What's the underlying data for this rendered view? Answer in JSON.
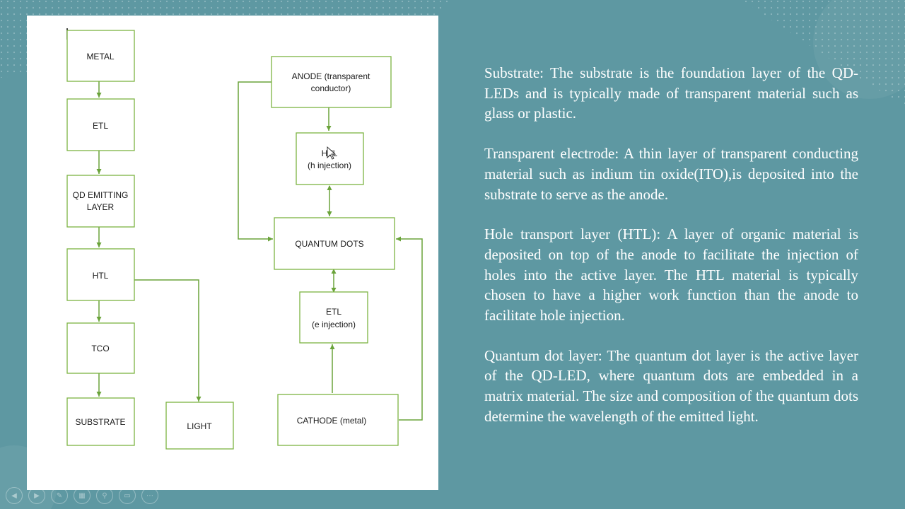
{
  "diagram": {
    "left_chain": [
      "METAL",
      "ETL",
      "QD EMITTING\nLAYER",
      "HTL",
      "TCO",
      "SUBSTRATE"
    ],
    "light_box": "LIGHT",
    "right": {
      "anode": "ANODE (transparent\nconductor)",
      "htl": "HTL\n(h injection)",
      "quantum_dots": "QUANTUM DOTS",
      "etl": "ETL\n(e injection)",
      "cathode": "CATHODE (metal)"
    }
  },
  "paragraphs": [
    "Substrate: The substrate is the foundation layer of the QD-LEDs and is typically made of transparent material such as glass or plastic.",
    "Transparent electrode: A thin layer of transparent conducting material such as indium tin oxide(ITO),is deposited into the substrate to serve as the anode.",
    "Hole transport layer (HTL): A layer of organic material is deposited on top of the anode to facilitate the injection of holes into the active layer. The HTL material is typically chosen to have a higher work function than the anode to facilitate hole injection.",
    "Quantum dot layer: The quantum dot layer is the active layer of the QD-LED, where quantum dots are embedded in a matrix material. The size and composition of the quantum dots determine the wavelength of the emitted light."
  ],
  "colors": {
    "background": "#5e98a2",
    "box_stroke": "#7cb342",
    "arrow": "#6aa33a",
    "text": "#ffffff"
  },
  "nav_icons": [
    "arrow-left-icon",
    "arrow-right-icon",
    "pen-icon",
    "slides-icon",
    "zoom-icon",
    "subtitles-icon",
    "more-icon"
  ]
}
